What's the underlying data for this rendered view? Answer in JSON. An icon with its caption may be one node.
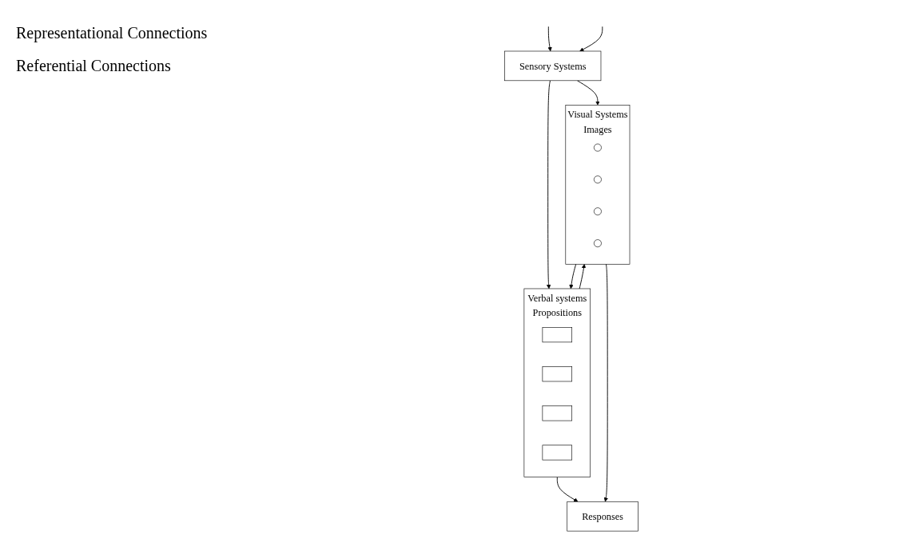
{
  "diagram": {
    "nodes": [
      {
        "text": [
          "Sensory Systems"
        ]
      },
      {
        "text": [
          "Verbal systems",
          "Propositions"
        ]
      },
      {
        "text": [],
        "shape": "box",
        "in": 1
      },
      {
        "text": [],
        "shape": "box",
        "in": 1
      },
      {
        "text": [],
        "shape": "box",
        "in": 1
      },
      {
        "text": [],
        "shape": "box",
        "in": 1
      },
      {
        "text": [
          "Visual Systems",
          "Images"
        ]
      },
      {
        "text": [],
        "shape": "circle",
        "in": 6
      },
      {
        "text": [],
        "shape": "circle",
        "in": 6
      },
      {
        "text": [],
        "shape": "circle",
        "in": 6
      },
      {
        "text": [],
        "shape": "circle",
        "in": 6
      },
      {
        "text": [
          "Responses"
        ]
      }
    ],
    "edges": [
      {
        "from": null,
        "to": 0,
        "arrow": "to"
      },
      {
        "from": null,
        "to": 0,
        "arrow": "to"
      },
      {
        "from": 0,
        "to": 1,
        "arrow": "to"
      },
      {
        "from": 0,
        "to": 6,
        "arrow": "to"
      },
      {
        "from": 1,
        "to": 6,
        "arrow": "to"
      },
      {
        "from": 6,
        "to": 1,
        "arrow": "to"
      },
      {
        "from": 1,
        "to": 11,
        "arrow": "to"
      },
      {
        "from": 6,
        "to": 11,
        "arrow": "to"
      }
    ],
    "labels": [
      "Representational Connections",
      "Referential Connections"
    ]
  }
}
